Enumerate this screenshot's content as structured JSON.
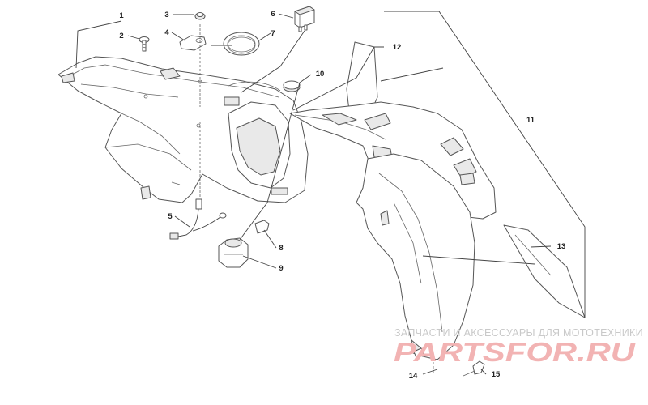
{
  "diagram": {
    "callouts": [
      "1",
      "2",
      "3",
      "4",
      "5",
      "6",
      "7",
      "8",
      "9",
      "10",
      "11",
      "12",
      "13",
      "14",
      "15"
    ]
  },
  "watermark": {
    "subtitle": "ЗАПЧАСТИ И АКСЕССУАРЫ ДЛЯ МОТОТЕХНИКИ",
    "logo": "PARTSFOR.RU",
    "colors": {
      "logo": "#f2b3b3",
      "subtitle": "#c9c9c9"
    }
  }
}
